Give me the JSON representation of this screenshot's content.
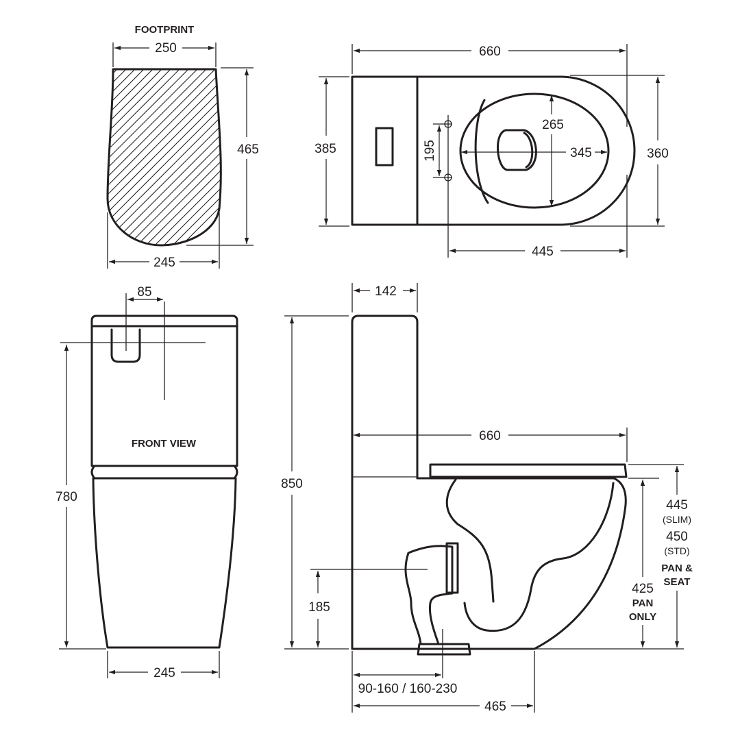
{
  "labels": {
    "footprint": "FOOTPRINT",
    "front_view": "FRONT VIEW",
    "slim": "(SLIM)",
    "std": "(STD)",
    "pan_and": "PAN &",
    "seat": "SEAT",
    "pan": "PAN",
    "only": "ONLY"
  },
  "dims": {
    "fp_top": "250",
    "fp_height": "465",
    "fp_bottom": "245",
    "top_width": "660",
    "top_tank_depth": "385",
    "top_hole_spacing": "195",
    "top_bowl_depth": "265",
    "top_bowl_width": "345",
    "top_pan_width": "360",
    "top_pan_length": "445",
    "front_button": "85",
    "front_height": "780",
    "front_width": "245",
    "side_tank_depth": "142",
    "side_length": "660",
    "side_height": "850",
    "seat_slim": "445",
    "seat_std": "450",
    "pan_only": "425",
    "outlet_height": "185",
    "setout": "90-160  /  160-230",
    "base_length": "465"
  }
}
